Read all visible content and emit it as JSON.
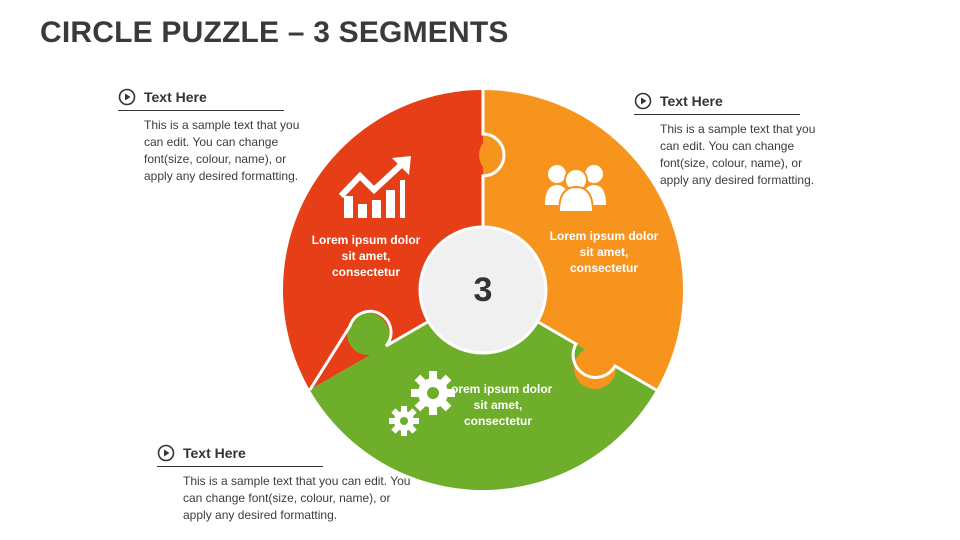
{
  "title": "CIRCLE PUZZLE – 3 SEGMENTS",
  "center_number": "3",
  "colors": {
    "segment_1": "#E63E16",
    "segment_2": "#F7941D",
    "segment_3": "#6EAE2A",
    "center": "#F0F0F0"
  },
  "segments": [
    {
      "text": "Lorem ipsum dolor sit amet, consectetur",
      "icon": "growth-chart-icon",
      "color": "#E63E16"
    },
    {
      "text": "Lorem ipsum dolor sit amet, consectetur",
      "icon": "team-icon",
      "color": "#F7941D"
    },
    {
      "text": "Lorem ipsum dolor sit amet, consectetur",
      "icon": "gears-icon",
      "color": "#6EAE2A"
    }
  ],
  "callouts": [
    {
      "heading": "Text Here",
      "body": "This is a sample text that you can edit. You can change font(size, colour, name), or apply any desired formatting."
    },
    {
      "heading": "Text Here",
      "body": "This is a sample text that you can edit. You can change font(size, colour, name), or apply any desired formatting."
    },
    {
      "heading": "Text Here",
      "body": "This is a sample text that you can edit. You can change font(size, colour, name), or apply any desired formatting."
    }
  ]
}
